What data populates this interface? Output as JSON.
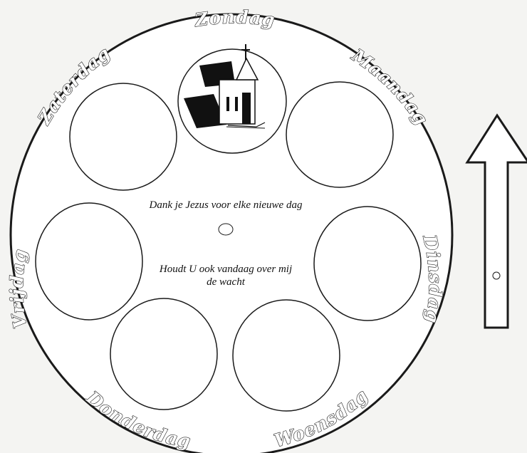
{
  "days": {
    "sunday": "Zondag",
    "monday": "Maandag",
    "tuesday": "Dinsdag",
    "wednesday": "Woensdag",
    "thursday": "Donderdag",
    "friday": "Vrijdag",
    "saturday": "Zaterdag"
  },
  "center": {
    "line1": "Dank je Jezus voor elke nieuwe dag",
    "line2": "Houdt U ook vandaag over mij",
    "line3": "de wacht"
  },
  "icons": {
    "sunday_picture": "church-icon",
    "pointer": "arrow-up-icon"
  },
  "colors": {
    "ink": "#1a1a1a",
    "paper": "#f4f4f2"
  }
}
